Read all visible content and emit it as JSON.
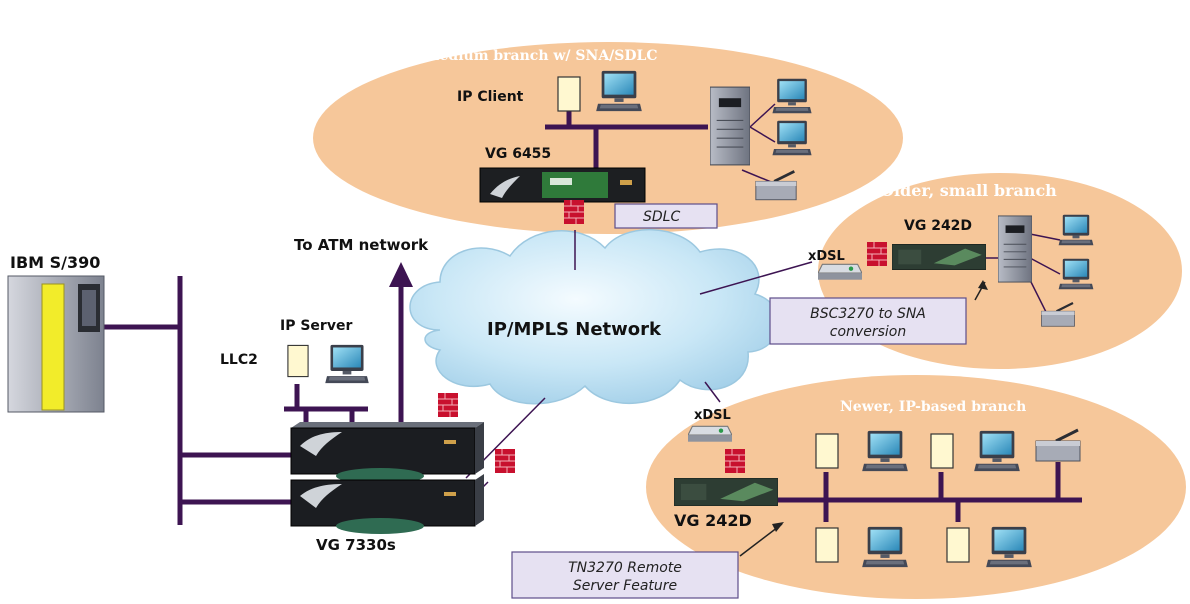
{
  "labels": {
    "medium_branch": "Medium branch w/ SNA/SDLC",
    "older_branch": "Older, small branch",
    "newer_branch": "Newer, IP-based branch",
    "ip_client": "IP Client",
    "vg6455": "VG 6455",
    "sdlc": "SDLC",
    "vg242d_top": "VG 242D",
    "xdsl_top": "xDSL",
    "bsc_line1": "BSC3270 to SNA",
    "bsc_line2": "conversion",
    "to_atm": "To ATM network",
    "ibm": "IBM S/390",
    "ip_server": "IP Server",
    "llc2": "LLC2",
    "network": "IP/MPLS Network",
    "xdsl_bottom": "xDSL",
    "vg242d_bottom": "VG 242D",
    "vg7330s": "VG 7330s",
    "tn_line1": "TN3270 Remote",
    "tn_line2": "Server Feature"
  },
  "icons": {
    "firewall": "firewall-icon",
    "computer": "computer-icon",
    "server": "server-icon",
    "printer": "printer-icon",
    "router": "router-icon",
    "modem": "modem-icon",
    "cloud": "cloud-icon"
  },
  "colors": {
    "branch_fill": "#f6c79a",
    "bus_line": "#3d1452",
    "cloud_fill": "#bfe2f4",
    "callout_fill": "#e6e1f2",
    "firewall": "#c8102e",
    "mainframe_accent": "#f2ec2a"
  }
}
